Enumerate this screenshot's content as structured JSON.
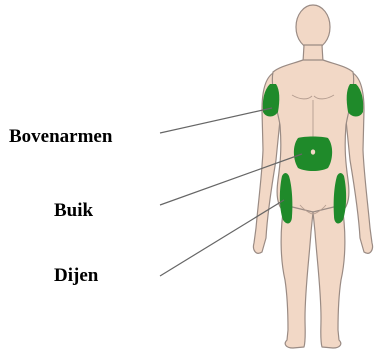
{
  "diagram": {
    "labels": {
      "upper_arms": "Bovenarmen",
      "abdomen": "Buik",
      "thighs": "Dijen"
    },
    "colors": {
      "skin": "#f2d8c6",
      "outline": "#9a8b84",
      "injection_area": "#1f8a2a",
      "leader_line": "#666666",
      "text": "#000000"
    }
  }
}
